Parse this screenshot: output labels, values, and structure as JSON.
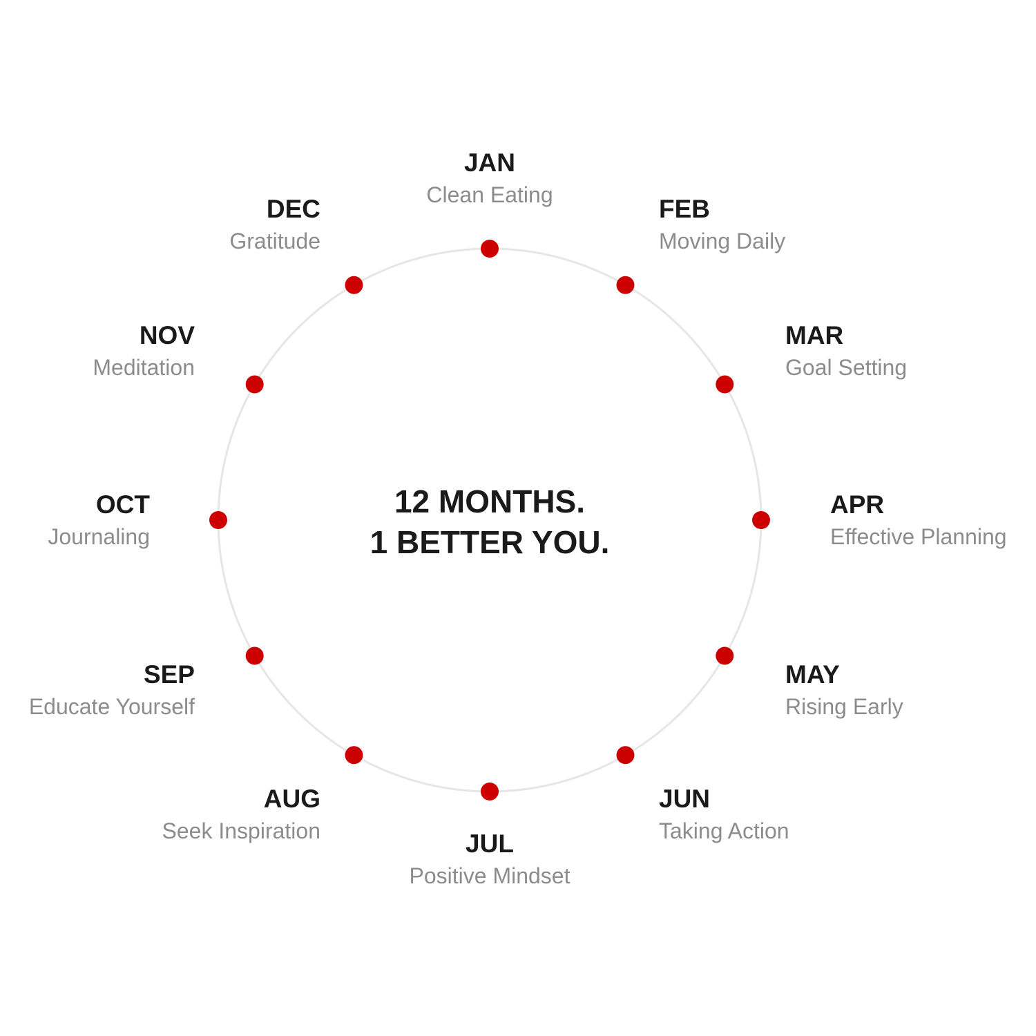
{
  "center": {
    "line1": "12 MONTHS.",
    "line2": "1 BETTER YOU."
  },
  "colors": {
    "ring": "#e6e6e6",
    "dot": "#cc0000",
    "month_text": "#1a1a1a",
    "habit_text": "#8c8c8c",
    "center_text": "#1a1a1a"
  },
  "months": [
    {
      "month": "JAN",
      "habit": "Clean Eating"
    },
    {
      "month": "FEB",
      "habit": "Moving Daily"
    },
    {
      "month": "MAR",
      "habit": "Goal Setting"
    },
    {
      "month": "APR",
      "habit": "Effective Planning"
    },
    {
      "month": "MAY",
      "habit": "Rising Early"
    },
    {
      "month": "JUN",
      "habit": "Taking Action"
    },
    {
      "month": "JUL",
      "habit": "Positive Mindset"
    },
    {
      "month": "AUG",
      "habit": "Seek Inspiration"
    },
    {
      "month": "SEP",
      "habit": "Educate Yourself"
    },
    {
      "month": "OCT",
      "habit": "Journaling"
    },
    {
      "month": "NOV",
      "habit": "Meditation"
    },
    {
      "month": "DEC",
      "habit": "Gratitude"
    }
  ]
}
